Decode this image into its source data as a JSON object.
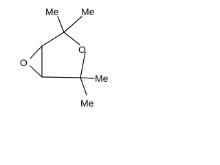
{
  "molecule": {
    "atoms": {
      "epoxide_oxygen": "O",
      "ring_oxygen": "O",
      "methyl_upper_left": "Me",
      "methyl_upper_right": "Me",
      "methyl_right": "Me",
      "methyl_bottom": "Me"
    }
  }
}
